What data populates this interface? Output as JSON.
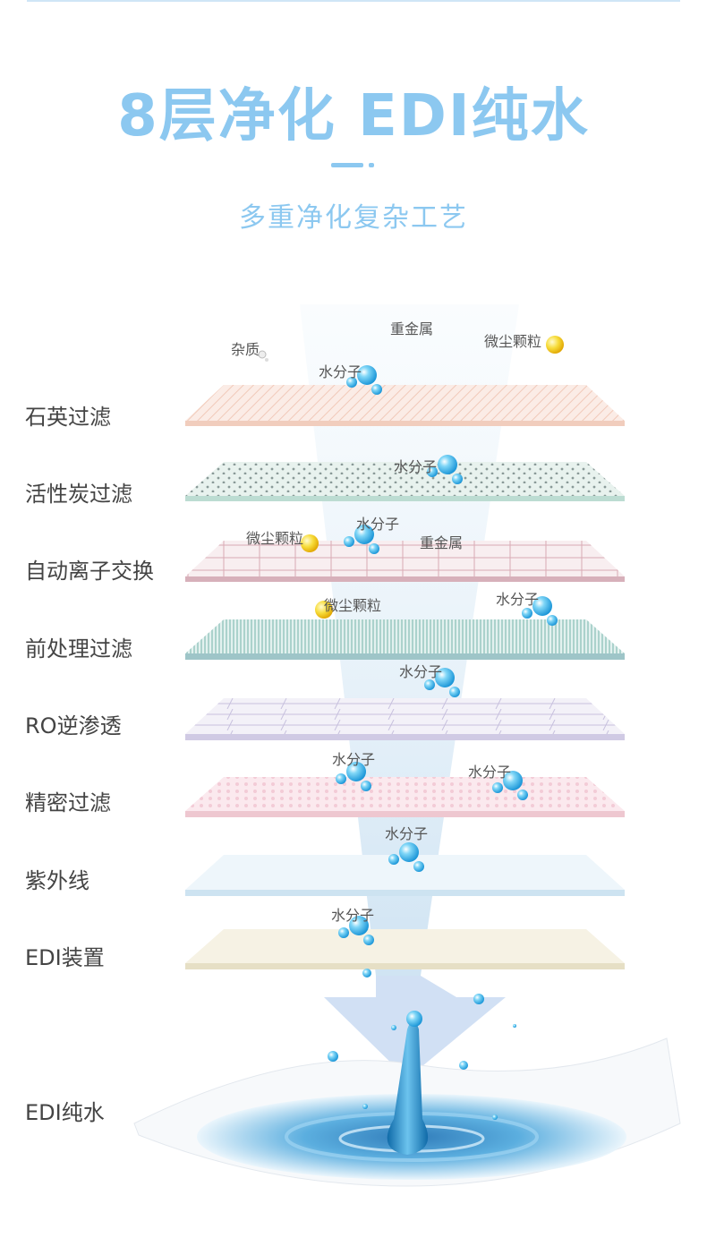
{
  "header": {
    "title": "8层净化  EDI纯水",
    "subtitle": "多重净化复杂工艺",
    "accent_color": "#8cc8f0"
  },
  "layers": [
    {
      "label": "石英过滤",
      "color": "#f4d8cc"
    },
    {
      "label": "活性炭过滤",
      "color": "#cfe6df"
    },
    {
      "label": "自动离子交换",
      "color": "#e9cfd4"
    },
    {
      "label": "前处理过滤",
      "color": "#b9dcd8"
    },
    {
      "label": "RO逆渗透",
      "color": "#dcd6ec"
    },
    {
      "label": "精密过滤",
      "color": "#f6d7de"
    },
    {
      "label": "紫外线",
      "color": "#dfeef8"
    },
    {
      "label": "EDI装置",
      "color": "#efe9d6"
    }
  ],
  "final_label": "EDI纯水",
  "particles": {
    "impurity": "杂质",
    "heavy_metal": "重金属",
    "dust": "微尘颗粒",
    "water": "水分子"
  }
}
